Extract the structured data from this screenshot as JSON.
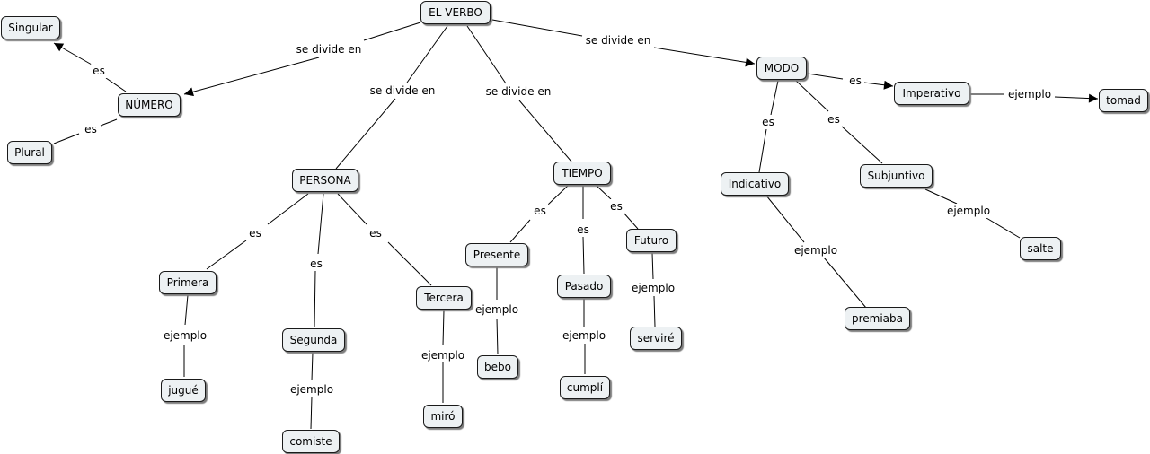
{
  "concepts": {
    "verbo": "EL VERBO",
    "numero": "NÚMERO",
    "singular": "Singular",
    "plural": "Plural",
    "persona": "PERSONA",
    "tiempo": "TIEMPO",
    "modo": "MODO",
    "imperativo": "Imperativo",
    "tomad": "tomad",
    "indicativo": "Indicativo",
    "subjuntivo": "Subjuntivo",
    "premiaba": "premiaba",
    "salte": "salte",
    "primera": "Primera",
    "segunda": "Segunda",
    "tercera": "Tercera",
    "jugue": "jugué",
    "comiste": "comiste",
    "miro": "miró",
    "presente": "Presente",
    "pasado": "Pasado",
    "futuro": "Futuro",
    "bebo": "bebo",
    "cumpli": "cumplí",
    "servire": "serviré"
  },
  "links": {
    "verbo_numero": "se divide en",
    "verbo_persona": "se divide en",
    "verbo_tiempo": "se divide en",
    "verbo_modo": "se divide en",
    "numero_singular": "es",
    "numero_plural": "es",
    "modo_imperativo": "es",
    "imperativo_tomad": "ejemplo",
    "modo_indicativo": "es",
    "modo_subjuntivo": "es",
    "indicativo_premiaba": "ejemplo",
    "subjuntivo_salte": "ejemplo",
    "persona_primera": "es",
    "persona_segunda": "es",
    "persona_tercera": "es",
    "primera_jugue": "ejemplo",
    "segunda_comiste": "ejemplo",
    "tercera_miro": "ejemplo",
    "tiempo_presente": "es",
    "tiempo_pasado": "es",
    "tiempo_futuro": "es",
    "presente_bebo": "ejemplo",
    "pasado_cumpli": "ejemplo",
    "futuro_servire": "ejemplo"
  },
  "colors": {
    "node_fill": "#edf1f3",
    "node_border": "#1a1a1a",
    "line": "#000000"
  }
}
